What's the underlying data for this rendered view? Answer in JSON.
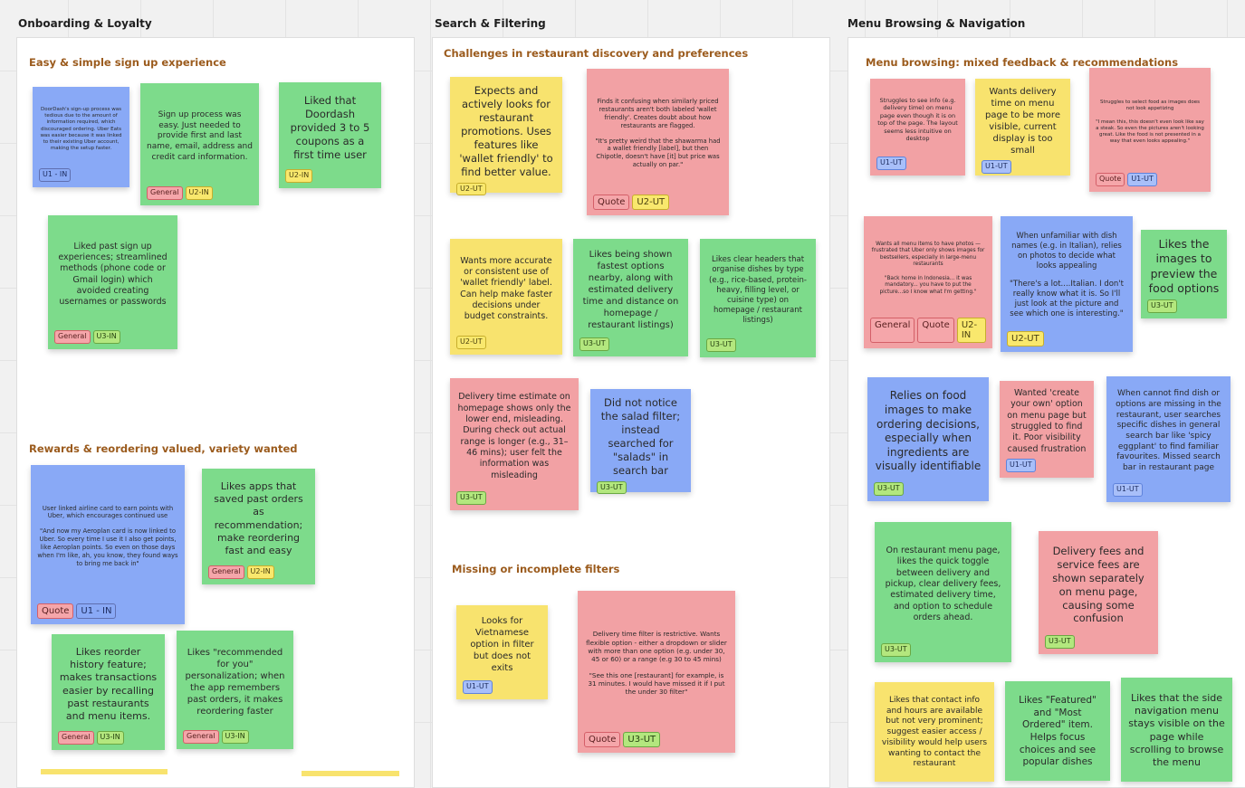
{
  "frames": [
    {
      "title": "Onboarding & Loyalty",
      "sections": [
        "Easy & simple sign up experience",
        "Rewards & reordering valued, variety wanted"
      ]
    },
    {
      "title": "Search & Filtering",
      "sections": [
        "Challenges in restaurant discovery and preferences",
        "Missing or incomplete filters"
      ]
    },
    {
      "title": "Menu Browsing & Navigation",
      "sections": [
        "Menu browsing: mixed feedback & recommendations"
      ]
    }
  ],
  "notes": [
    {
      "color": "blue",
      "text": "DoorDash's sign-up process was tedious due to the amount of information required, which discouraged ordering. Uber Eats was easier because it was linked to their existing Uber account, making the setup faster.",
      "tags": [
        "U1 - IN"
      ]
    },
    {
      "color": "green",
      "text": "Sign up process was easy. Just needed to provide first and last name, email, address and credit card information.",
      "tags": [
        "General",
        "U2-IN"
      ]
    },
    {
      "color": "green",
      "text": "Liked that Doordash provided 3 to 5 coupons as a first time user",
      "tags": [
        "U2-IN"
      ]
    },
    {
      "color": "green",
      "text": "Liked past sign up experiences; streamlined methods (phone code or Gmail login) which avoided creating usernames or passwords",
      "tags": [
        "General",
        "U3-IN"
      ]
    },
    {
      "color": "blue",
      "text": "User linked airline card to earn points with Uber, which encourages continued use",
      "quote": "\"And now my Aeroplan card is now linked to Uber. So every time I use it I also get points, like Aeroplan points. So even on those days when I'm like, ah, you know, they found ways to bring me back in\"",
      "tags": [
        "Quote",
        "U1 - IN"
      ]
    },
    {
      "color": "green",
      "text": "Likes apps that saved past orders as recommendation; make reordering fast and easy",
      "tags": [
        "General",
        "U2-IN"
      ]
    },
    {
      "color": "green",
      "text": "Likes reorder history feature; makes transactions easier by recalling past restaurants and menu items.",
      "tags": [
        "General",
        "U3-IN"
      ]
    },
    {
      "color": "green",
      "text": "Likes \"recommended for you\" personalization; when the app remembers past orders, it makes reordering faster",
      "tags": [
        "General",
        "U3-IN"
      ]
    },
    {
      "color": "yellow",
      "text": "Expects and actively looks for restaurant promotions. Uses features like 'wallet friendly' to find better value.",
      "tags": [
        "U2-UT"
      ]
    },
    {
      "color": "pink",
      "text": "Finds it confusing when similarly priced restaurants aren't both labeled 'wallet friendly'. Creates doubt about how restaurants are flagged.",
      "quote": "\"It's pretty weird that the shawarma had a wallet friendly [label], but then Chipotle, doesn't have [it] but price was actually on par.\"",
      "tags": [
        "Quote",
        "U2-UT"
      ]
    },
    {
      "color": "yellow",
      "text": "Wants more accurate or consistent use of 'wallet friendly' label. Can help make faster decisions under budget constraints.",
      "tags": [
        "U2-UT"
      ]
    },
    {
      "color": "green",
      "text": "Likes being shown fastest options nearby, along with estimated delivery time and distance on homepage / restaurant listings)",
      "tags": [
        "U3-UT"
      ]
    },
    {
      "color": "green",
      "text": "Likes clear headers that organise dishes by type (e.g., rice-based, protein-heavy, filling level, or cuisine type) on homepage / restaurant listings)",
      "tags": [
        "U3-UT"
      ]
    },
    {
      "color": "pink",
      "text": "Delivery time estimate on homepage shows only the lower end, misleading. During check out actual range is longer (e.g., 31–46 mins); user felt the information was misleading",
      "tags": [
        "U3-UT"
      ]
    },
    {
      "color": "blue",
      "text": "Did not notice the salad filter; instead searched for \"salads\" in search bar",
      "tags": [
        "U3-UT"
      ]
    },
    {
      "color": "yellow",
      "text": "Looks for Vietnamese option in filter but does not exits",
      "tags": [
        "U1-UT"
      ]
    },
    {
      "color": "pink",
      "text": "Delivery time filter is restrictive. Wants flexible option - either a dropdown or slider with more than one option (e.g. under 30, 45 or 60) or a range (e.g 30 to 45 mins)",
      "quote": "\"See this one [restaurant] for example, is 31 minutes. I would have missed it if I put the under 30 filter\"",
      "tags": [
        "Quote",
        "U3-UT"
      ]
    },
    {
      "color": "pink",
      "text": "Struggles to see info (e.g. delivery time) on menu page even though it is on top of the page. The layout seems less intuitive on desktop",
      "tags": [
        "U1-UT"
      ]
    },
    {
      "color": "yellow",
      "text": "Wants delivery time on menu page to be more visible, current display is too small",
      "tags": [
        "U1-UT"
      ]
    },
    {
      "color": "pink",
      "text": "Struggles to select food as images does not look appetizing",
      "quote": "\"I mean this, this doesn't even look like say a steak. So even the pictures aren't looking great. Like the food is not presented in a way that even looks appealing.\"",
      "tags": [
        "Quote",
        "U1-UT"
      ]
    },
    {
      "color": "pink",
      "text": "Wants all menu items to have photos — frustrated that Uber only shows images for bestsellers, especially in large-menu restaurants",
      "quote": "\"Back home in Indonesia... it was mandatory... you have to put the picture...so I know what I'm getting.\"",
      "tags": [
        "General",
        "Quote",
        "U2-IN"
      ]
    },
    {
      "color": "blue",
      "text": "When unfamiliar with dish names (e.g. in Italian), relies on photos to decide what looks appealing",
      "quote": "\"There's a lot....Italian. I don't really know what it is. So I'll just look at the picture and see which one is interesting.\"",
      "tags": [
        "U2-UT"
      ]
    },
    {
      "color": "green",
      "text": "Likes the images to preview the food options",
      "tags": [
        "U3-UT"
      ]
    },
    {
      "color": "blue",
      "text": "Relies on food images to make ordering decisions, especially when ingredients are visually identifiable",
      "tags": [
        "U3-UT"
      ]
    },
    {
      "color": "pink",
      "text": "Wanted 'create your own' option on menu page but struggled to find it. Poor visibility caused frustration",
      "tags": [
        "U1-UT"
      ]
    },
    {
      "color": "blue",
      "text": "When cannot find dish or options are missing in the restaurant, user searches specific dishes in general search bar like 'spicy eggplant' to find familiar favourites. Missed search bar in restaurant page",
      "tags": [
        "U1-UT"
      ]
    },
    {
      "color": "green",
      "text": "On restaurant menu page, likes the quick toggle between delivery and pickup, clear delivery fees, estimated delivery time, and option to schedule orders ahead.",
      "tags": [
        "U3-UT"
      ]
    },
    {
      "color": "pink",
      "text": "Delivery fees and service fees are shown separately on menu page, causing some confusion",
      "tags": [
        "U3-UT"
      ]
    },
    {
      "color": "yellow",
      "text": "Likes that contact info and hours are available but not very prominent; suggest easier access / visibility would help users wanting to contact the restaurant",
      "tags": []
    },
    {
      "color": "green",
      "text": "Likes \"Featured\" and \"Most Ordered\" item. Helps focus choices and see popular dishes",
      "tags": []
    },
    {
      "color": "green",
      "text": "Likes that the side navigation menu stays visible on the page while scrolling to browse the menu",
      "tags": []
    }
  ]
}
